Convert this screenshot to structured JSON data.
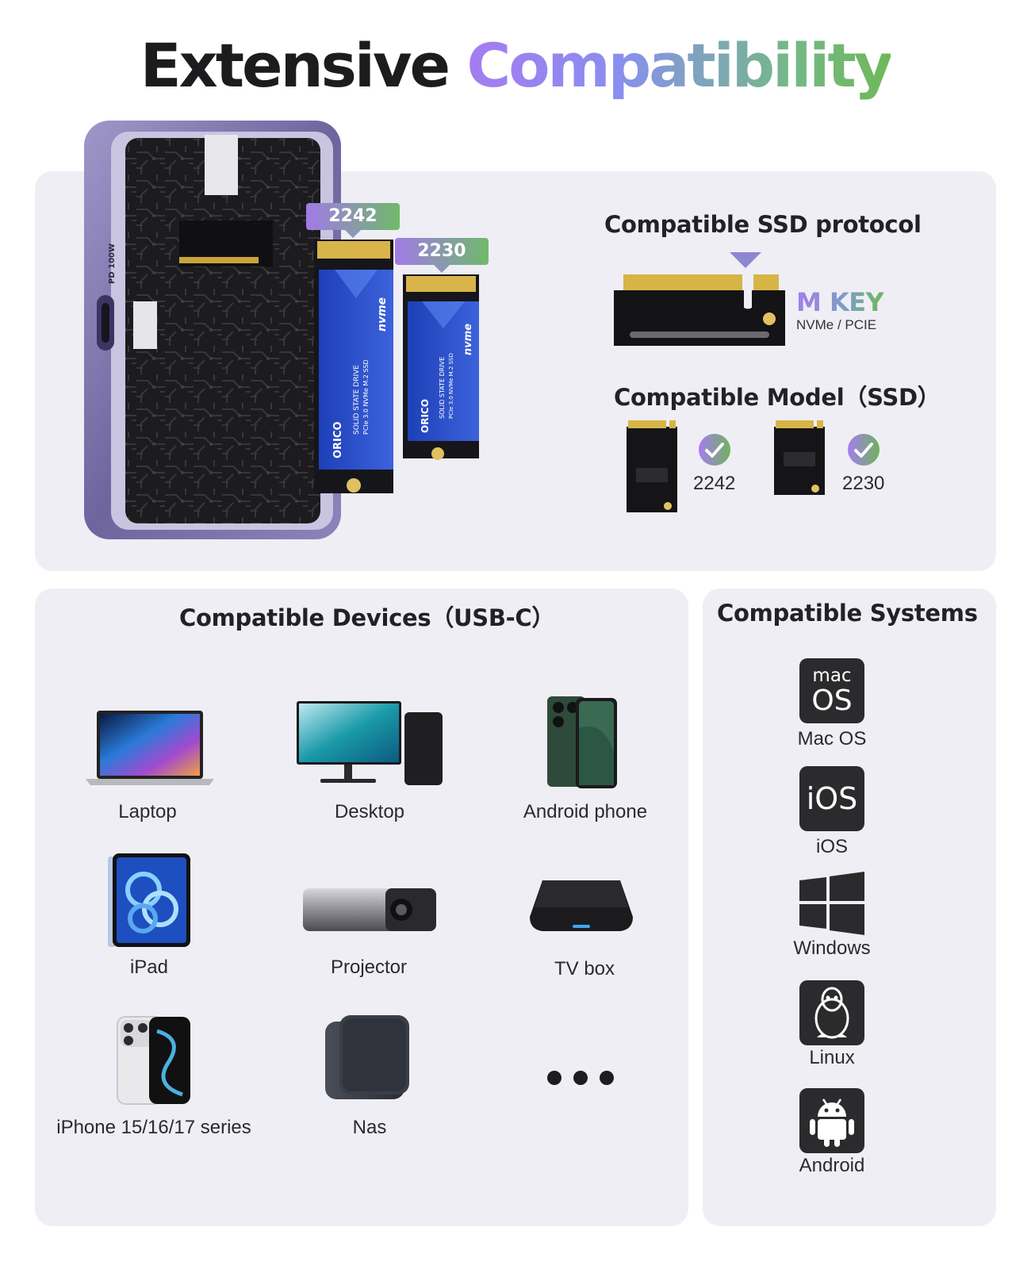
{
  "title": {
    "part1": "Extensive",
    "part2": "Compatibility"
  },
  "ssd_panel": {
    "drive_tags": [
      "2242",
      "2230"
    ],
    "ssd_branding": "ORICO",
    "ssd_text": [
      "SOLID STATE DRIVE",
      "PCIe 3.0 NVMe M.2 SSD"
    ],
    "nvme_logo": "nvme",
    "enclosure_label": "PD 100W",
    "protocol_heading": "Compatible SSD protocol",
    "key_label": "M KEY",
    "key_sub": "NVMe / PCIE",
    "model_heading": "Compatible Model（SSD）",
    "models": [
      "2242",
      "2230"
    ]
  },
  "devices_panel": {
    "heading": "Compatible Devices（USB-C）",
    "devices": [
      "Laptop",
      "Desktop",
      "Android phone",
      "iPad",
      "Projector",
      "TV box",
      "iPhone 15/16/17 series",
      "Nas"
    ],
    "more_icon": "ellipsis-icon"
  },
  "systems_panel": {
    "heading": "Compatible Systems",
    "systems": [
      {
        "icon": "macos-icon",
        "icon_text_top": "mac",
        "icon_text_bottom": "OS",
        "label": "Mac OS"
      },
      {
        "icon": "ios-icon",
        "icon_text": "iOS",
        "label": "iOS"
      },
      {
        "icon": "windows-icon",
        "label": "Windows"
      },
      {
        "icon": "linux-icon",
        "label": "Linux"
      },
      {
        "icon": "android-icon",
        "label": "Android"
      }
    ]
  },
  "colors": {
    "panel_bg": "#efeef5",
    "accent_purple": "#a47cf0",
    "accent_green": "#6fb858",
    "icon_dark": "#2b2b2d",
    "enclosure": "#8a80b8",
    "ssd_blue": "#2a4fc8"
  }
}
